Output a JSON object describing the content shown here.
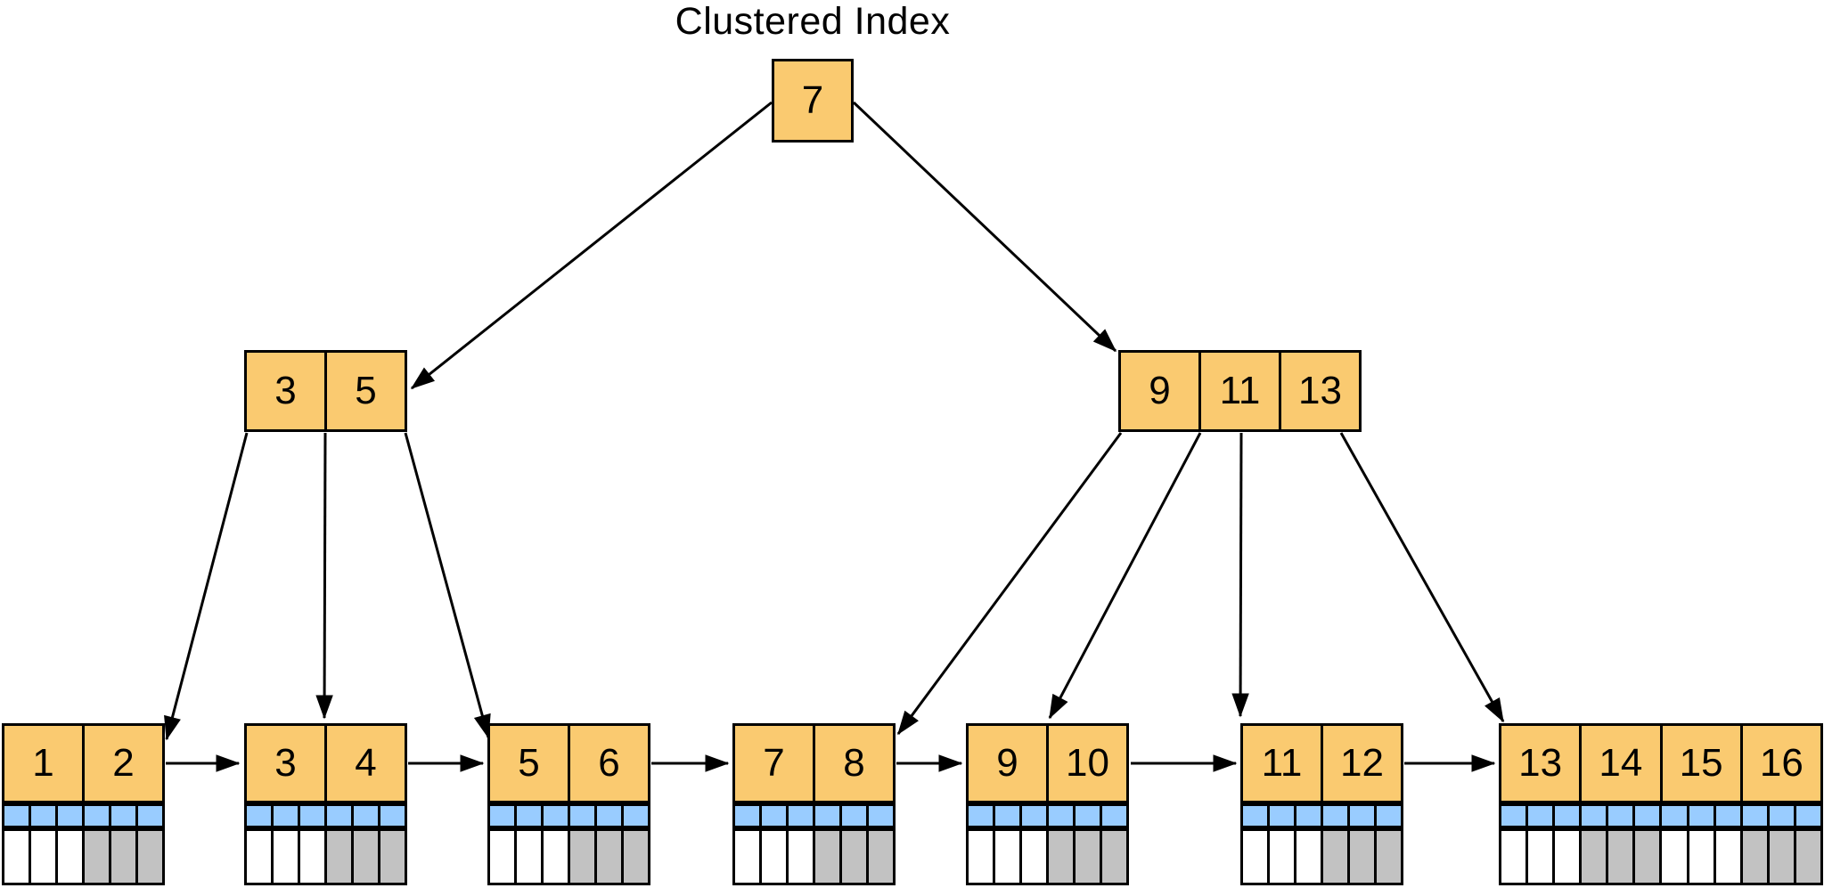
{
  "title": "Clustered Index",
  "colors": {
    "node_fill": "#FACA70",
    "pointer_fill": "#99CCFF",
    "data_gray_fill": "#C2C2C2",
    "data_white_fill": "#FFFFFF",
    "stroke": "#000000",
    "background": "#FFFFFF"
  },
  "tree": {
    "root": {
      "keys": [
        "7"
      ]
    },
    "internal_nodes": [
      {
        "keys": [
          "3",
          "5"
        ]
      },
      {
        "keys": [
          "9",
          "11",
          "13"
        ]
      }
    ],
    "pointer_cells_per_key": 3,
    "leaf_nodes": [
      {
        "keys": [
          "1",
          "2"
        ],
        "data_cell_colors": [
          "white",
          "gray"
        ]
      },
      {
        "keys": [
          "3",
          "4"
        ],
        "data_cell_colors": [
          "white",
          "gray"
        ]
      },
      {
        "keys": [
          "5",
          "6"
        ],
        "data_cell_colors": [
          "white",
          "gray"
        ]
      },
      {
        "keys": [
          "7",
          "8"
        ],
        "data_cell_colors": [
          "white",
          "gray"
        ]
      },
      {
        "keys": [
          "9",
          "10"
        ],
        "data_cell_colors": [
          "white",
          "gray"
        ]
      },
      {
        "keys": [
          "11",
          "12"
        ],
        "data_cell_colors": [
          "white",
          "gray"
        ]
      },
      {
        "keys": [
          "13",
          "14",
          "15",
          "16"
        ],
        "data_cell_colors": [
          "white",
          "gray",
          "white",
          "gray"
        ]
      }
    ]
  }
}
